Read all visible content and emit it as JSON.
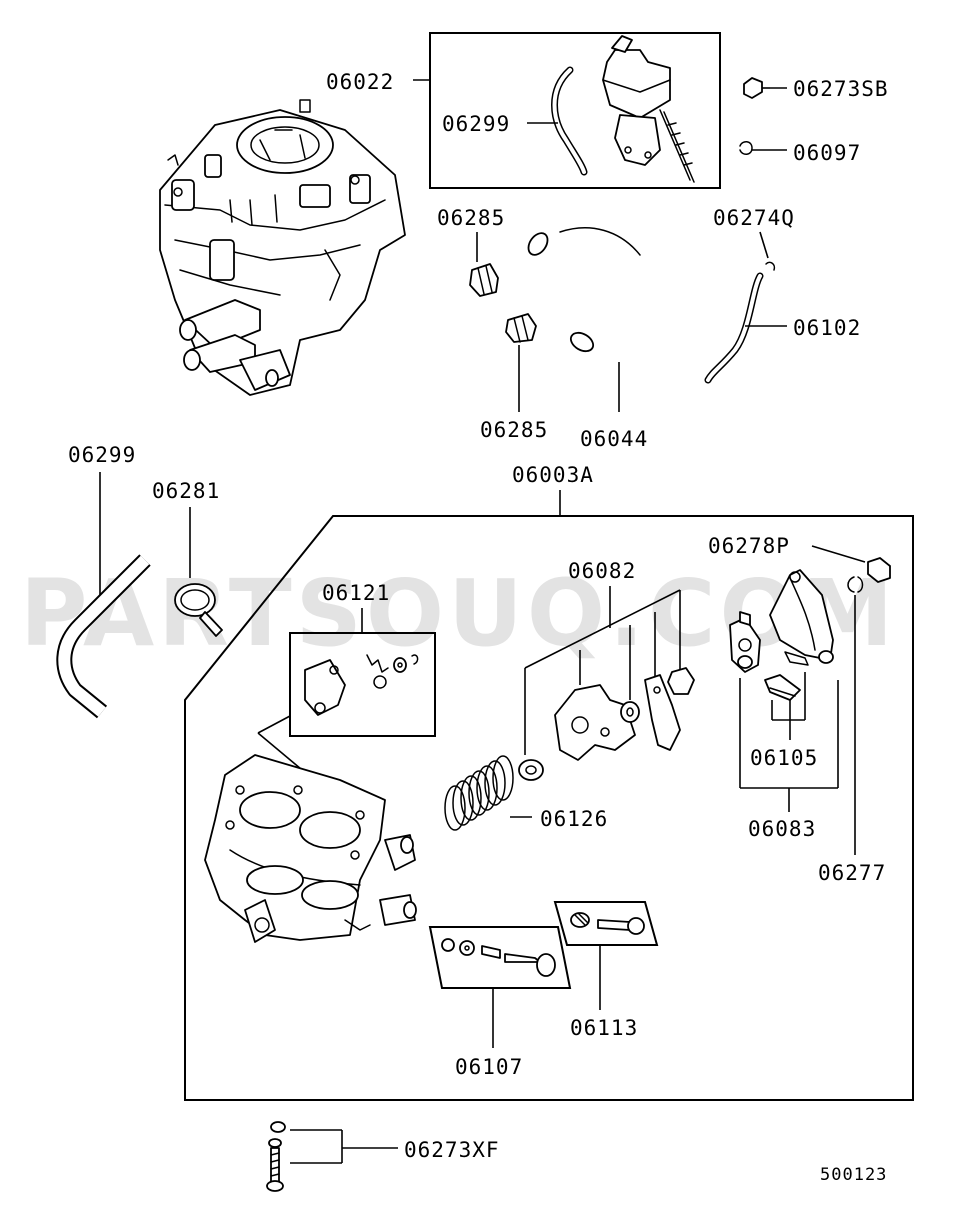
{
  "watermark": "PARTSOUQ.COM",
  "diagram_code": "500123",
  "labels": {
    "p06022": "06022",
    "p06299_top": "06299",
    "p06273SB": "06273SB",
    "p06097": "06097",
    "p06285_top": "06285",
    "p06274Q": "06274Q",
    "p06102": "06102",
    "p06285_bottom": "06285",
    "p06044": "06044",
    "p06299_left": "06299",
    "p06281": "06281",
    "p06003A": "06003A",
    "p06278P": "06278P",
    "p06121": "06121",
    "p06082": "06082",
    "p06126": "06126",
    "p06105": "06105",
    "p06083": "06083",
    "p06277": "06277",
    "p06113": "06113",
    "p06107": "06107",
    "p06273XF": "06273XF"
  }
}
